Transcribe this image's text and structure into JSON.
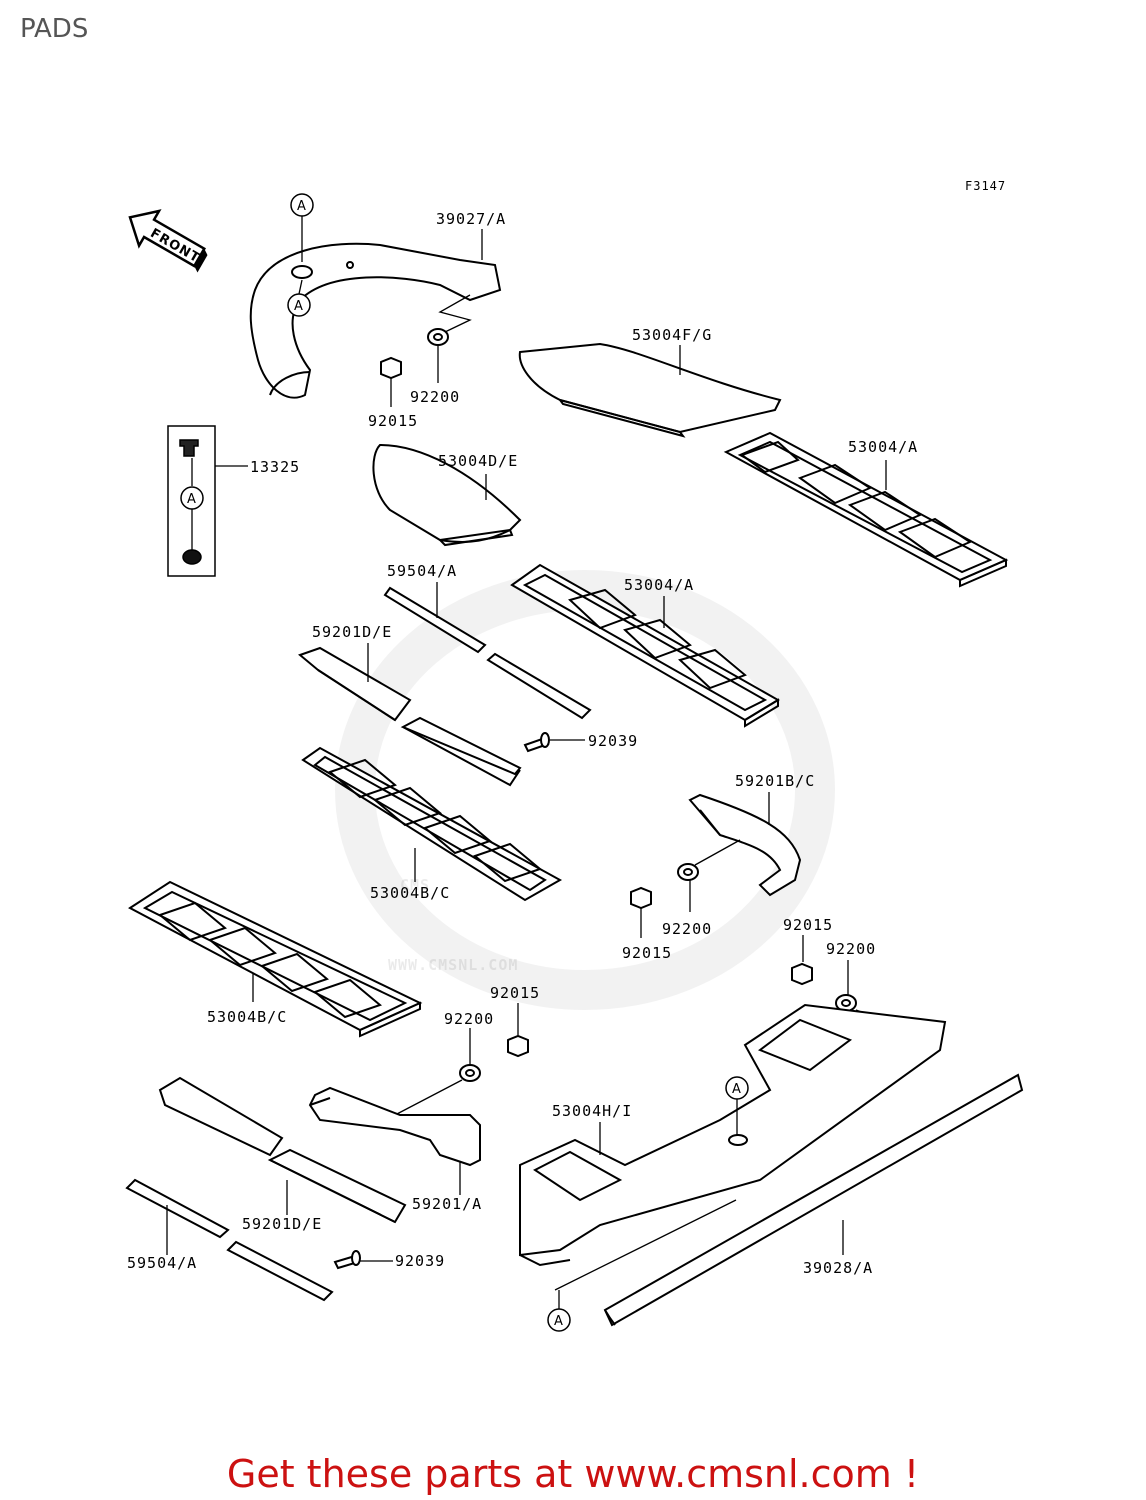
{
  "page": {
    "title": "PADS",
    "footer_link": "Get these parts at www.cmsnl.com !"
  },
  "diagram": {
    "figure_code": "F3147",
    "front_arrow": "FRONT",
    "watermark": "WWW.CMSNL.COM",
    "ref_markers": [
      "A",
      "A",
      "A",
      "A",
      "A"
    ],
    "parts": [
      {
        "id": "39027-a",
        "label": "39027/A"
      },
      {
        "id": "53004f-g",
        "label": "53004F/G"
      },
      {
        "id": "92200-1",
        "label": "92200"
      },
      {
        "id": "92015-1",
        "label": "92015"
      },
      {
        "id": "13325",
        "label": "13325"
      },
      {
        "id": "53004d-e",
        "label": "53004D/E"
      },
      {
        "id": "53004-a-1",
        "label": "53004/A"
      },
      {
        "id": "59504-a-1",
        "label": "59504/A"
      },
      {
        "id": "53004-a-2",
        "label": "53004/A"
      },
      {
        "id": "59201d-e-1",
        "label": "59201D/E"
      },
      {
        "id": "92039-1",
        "label": "92039"
      },
      {
        "id": "59201b-c",
        "label": "59201B/C"
      },
      {
        "id": "53004b-c-1",
        "label": "53004B/C"
      },
      {
        "id": "92200-2",
        "label": "92200"
      },
      {
        "id": "92015-2",
        "label": "92015"
      },
      {
        "id": "92015-3",
        "label": "92015"
      },
      {
        "id": "92200-3",
        "label": "92200"
      },
      {
        "id": "53004b-c-2",
        "label": "53004B/C"
      },
      {
        "id": "92015-4",
        "label": "92015"
      },
      {
        "id": "92200-4",
        "label": "92200"
      },
      {
        "id": "53004h-i",
        "label": "53004H/I"
      },
      {
        "id": "59201-a",
        "label": "59201/A"
      },
      {
        "id": "59201d-e-2",
        "label": "59201D/E"
      },
      {
        "id": "39028-a",
        "label": "39028/A"
      },
      {
        "id": "59504-a-2",
        "label": "59504/A"
      },
      {
        "id": "92039-2",
        "label": "92039"
      }
    ]
  }
}
